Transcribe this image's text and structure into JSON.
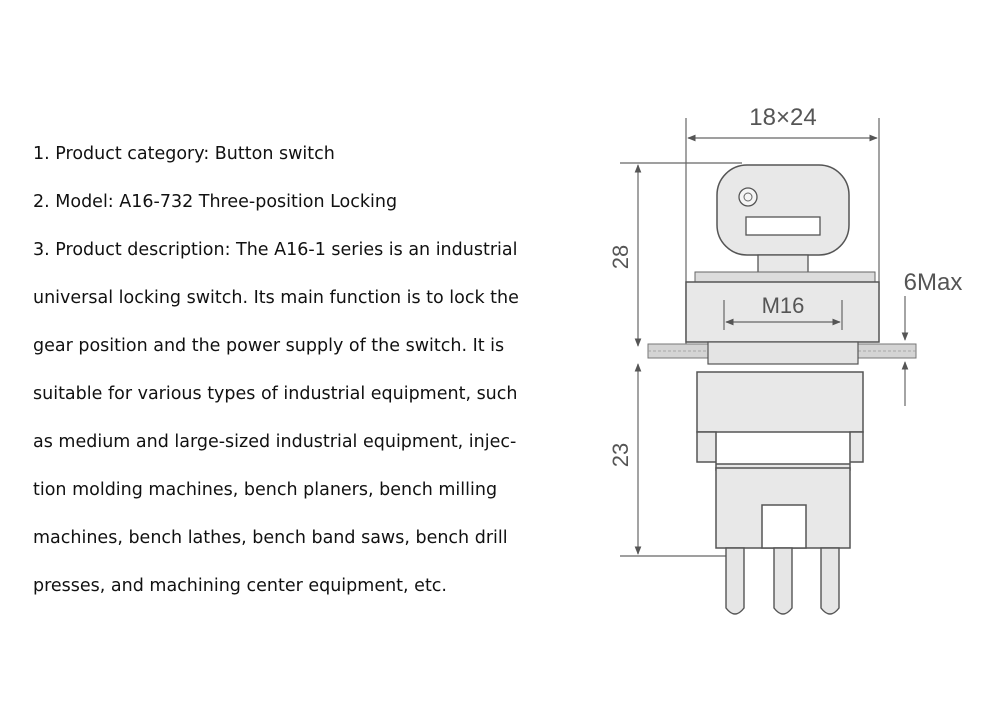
{
  "description": {
    "lines": [
      "1. Product category: Button switch",
      "2. Model: A16-732 Three-position Locking",
      "3. Product description: The A16-1 series is an industrial",
      "universal locking switch. Its main function is to lock the",
      "gear position and the power supply of the switch. It is",
      "suitable for various types of industrial equipment, such",
      "as medium and large-sized industrial equipment, injec-",
      "tion molding machines, bench planers, bench milling",
      "machines, bench lathes, bench band saws, bench drill",
      "presses, and machining center equipment, etc."
    ]
  },
  "drawing": {
    "width_label": "18×24",
    "upper_height_label": "28",
    "thread_label": "M16",
    "panel_label": "6Max",
    "lower_height_label": "23"
  }
}
